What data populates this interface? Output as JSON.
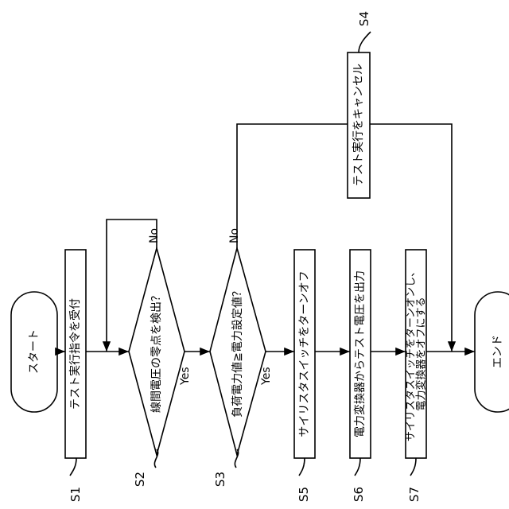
{
  "diagram": {
    "start": "スタート",
    "end": "エンド",
    "yes": "Yes",
    "no": "No",
    "steps": {
      "s1": {
        "id": "S1",
        "text": "テスト実行指令を受付"
      },
      "s2": {
        "id": "S2",
        "text": "線間電圧の零点を検出？"
      },
      "s3": {
        "id": "S3",
        "text": "負荷電力値≧電力設定値？"
      },
      "s4": {
        "id": "S4",
        "text": "テスト実行をキャンセル"
      },
      "s5": {
        "id": "S5",
        "text": "サイリスタスイッチをターンオフ"
      },
      "s6": {
        "id": "S6",
        "text": "電力変換器からテスト電圧を出力"
      },
      "s7": {
        "id": "S7",
        "line1": "サイリスタスイッチをターンオンし、",
        "line2": "電力変換器をオフにする"
      }
    }
  }
}
